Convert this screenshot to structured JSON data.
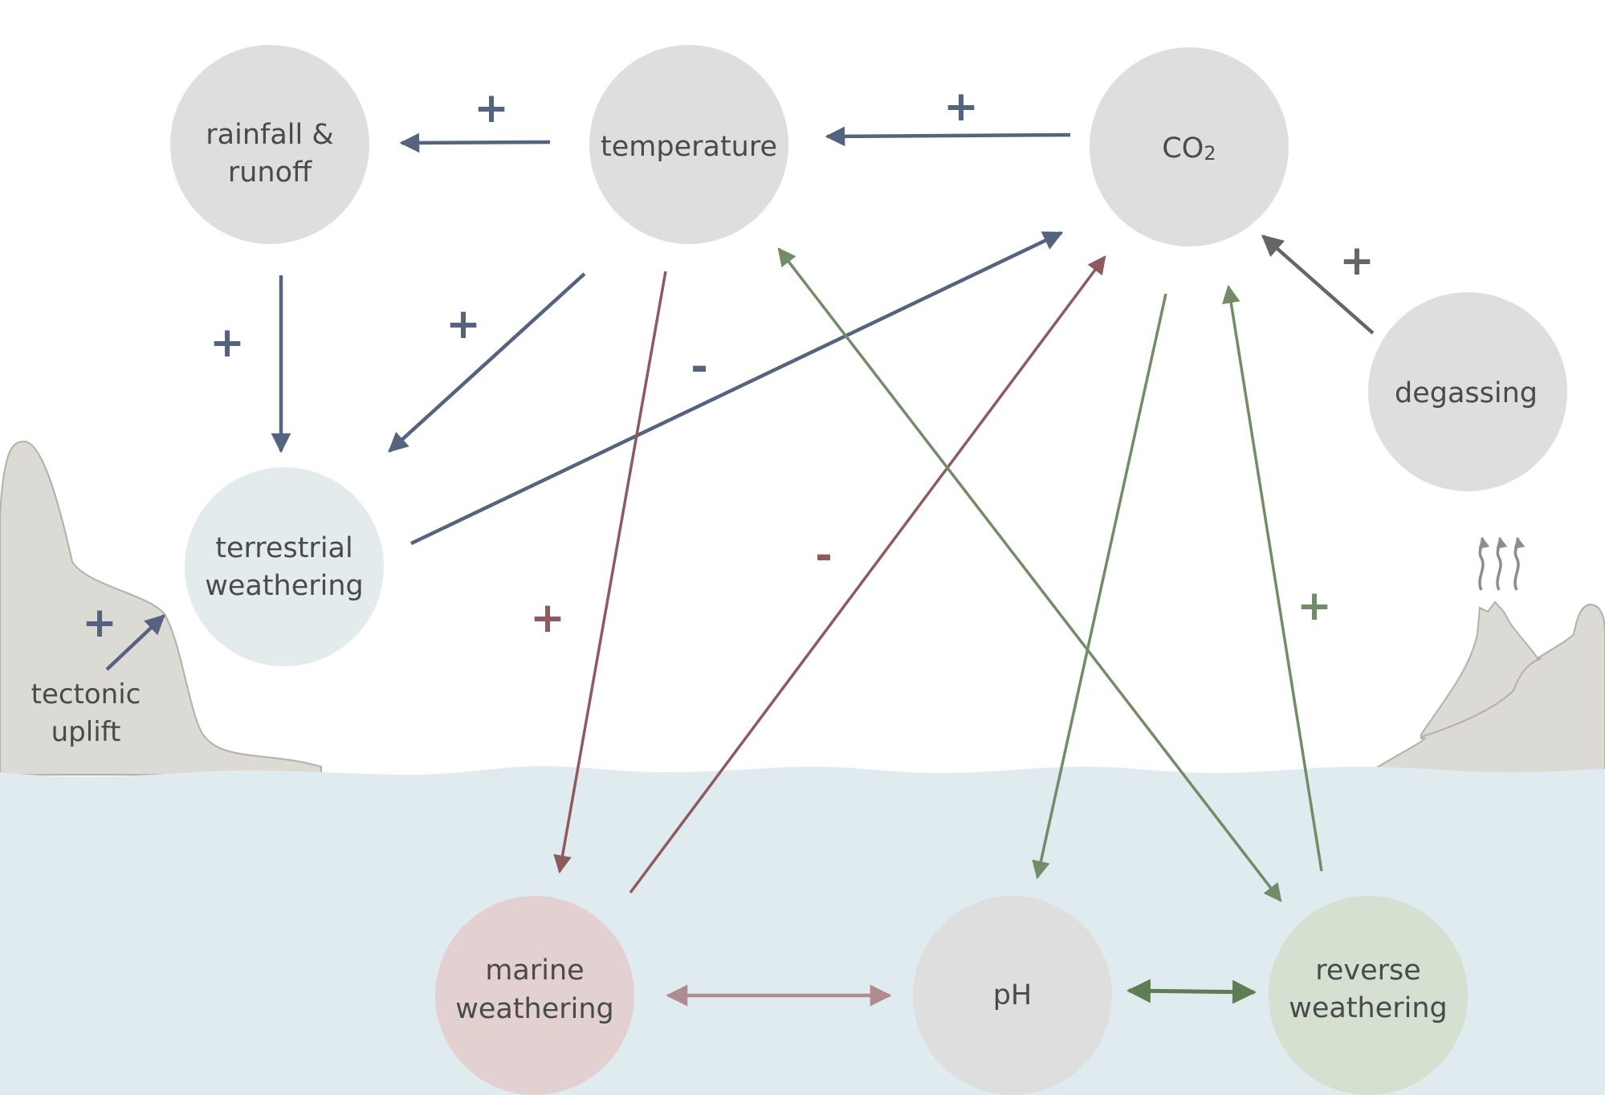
{
  "colors": {
    "water": "#e0ebef",
    "land": "#dcdad5",
    "land_stroke": "#b3b0aa",
    "node_gray": "#dedede",
    "node_terrestrial": "#e3ebed",
    "node_marine": "#e3d1d2",
    "node_reverse": "#d4e0d0",
    "text": "#4a4a4a",
    "blue": "#55647e",
    "red": "#8e5a5e",
    "pink_light": "#b08c91",
    "green": "#728c68",
    "green_dark": "#5d7d52",
    "dark_gray": "#666666",
    "steam": "#888e94"
  },
  "nodes": {
    "rainfall": {
      "line1": "rainfall &",
      "line2": "runoff"
    },
    "temperature": {
      "label": "temperature"
    },
    "co2": {
      "label": "CO",
      "subscript": "2"
    },
    "degassing": {
      "label": "degassing"
    },
    "terrestrial": {
      "line1": "terrestrial",
      "line2": "weathering"
    },
    "marine": {
      "line1": "marine",
      "line2": "weathering"
    },
    "ph": {
      "label": "pH"
    },
    "reverse": {
      "line1": "reverse",
      "line2": "weathering"
    }
  },
  "side_labels": {
    "tectonic_line1": "tectonic",
    "tectonic_line2": "uplift"
  },
  "signs": {
    "temp_to_rainfall": "+",
    "co2_to_temp": "+",
    "rainfall_to_terrestrial": "+",
    "temp_to_terrestrial": "+",
    "terrestrial_to_co2": "-",
    "degassing_to_co2": "+",
    "tectonic_to_terrestrial": "+",
    "temp_to_marine": "+",
    "marine_to_co2": "-",
    "reverse_to_co2": "+"
  }
}
